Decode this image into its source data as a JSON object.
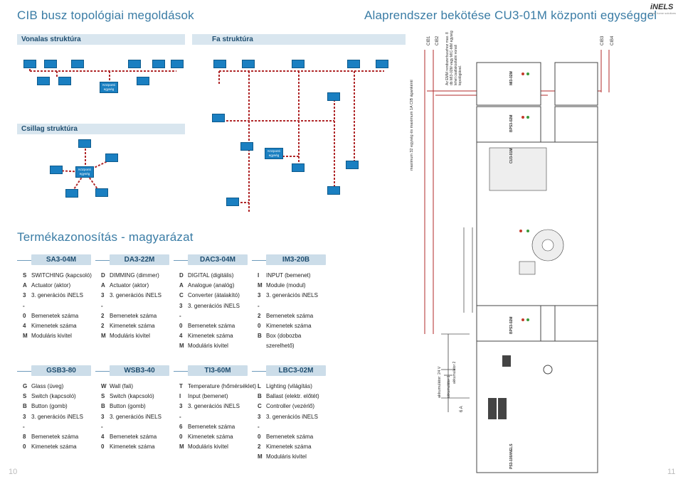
{
  "left_title": "CIB busz topológiai megoldások",
  "right_title": "Alaprendszer bekötése CU3-01M központi egységgel",
  "logo": "iNELS",
  "logo_sub": "smart home solutions",
  "topology": {
    "linear": "Vonalas struktúra",
    "tree": "Fa struktúra",
    "star": "Csillag struktúra",
    "center_label": "Központi egység"
  },
  "product_title": "Termékazonosítás - magyarázat",
  "products_row1": [
    {
      "name": "SA3-04M",
      "rows": [
        [
          "S",
          "SWITCHING (kapcsoló)"
        ],
        [
          "A",
          "Actuator (aktor)"
        ],
        [
          "3",
          "3. generációs iNELS"
        ],
        [
          "-",
          ""
        ],
        [
          "0",
          "Bemenetek száma"
        ],
        [
          "4",
          "Kimenetek száma"
        ],
        [
          "M",
          "Moduláris kivitel"
        ]
      ]
    },
    {
      "name": "DA3-22M",
      "rows": [
        [
          "D",
          "DIMMING (dimmer)"
        ],
        [
          "A",
          "Actuator (aktor)"
        ],
        [
          "3",
          "3. generációs iNELS"
        ],
        [
          "-",
          ""
        ],
        [
          "2",
          "Bemenetek száma"
        ],
        [
          "2",
          "Kimenetek száma"
        ],
        [
          "M",
          "Moduláris kivitel"
        ]
      ]
    },
    {
      "name": "DAC3-04M",
      "rows": [
        [
          "D",
          "DIGITAL (digitális)"
        ],
        [
          "A",
          "Analogue (analóg)"
        ],
        [
          "C",
          "Converter (átalakító)"
        ],
        [
          "3",
          "3. generációs iNELS"
        ],
        [
          "-",
          ""
        ],
        [
          "0",
          "Bemenetek száma"
        ],
        [
          "4",
          "Kimenetek száma"
        ],
        [
          "M",
          "Moduláris kivitel"
        ]
      ]
    },
    {
      "name": "IM3-20B",
      "rows": [
        [
          "I",
          "INPUT (bemenet)"
        ],
        [
          "M",
          "Module (modul)"
        ],
        [
          "3",
          "3. generációs iNELS"
        ],
        [
          "-",
          ""
        ],
        [
          "2",
          "Bemenetek száma"
        ],
        [
          "0",
          "Kimenetek száma"
        ],
        [
          "B",
          "Box (dobozba"
        ],
        [
          "",
          "szerelhető)"
        ]
      ]
    }
  ],
  "products_row2": [
    {
      "name": "GSB3-80",
      "rows": [
        [
          "G",
          "Glass (üveg)"
        ],
        [
          "S",
          "Switch (kapcsoló)"
        ],
        [
          "B",
          "Button (gomb)"
        ],
        [
          "3",
          "3. generációs iNELS"
        ],
        [
          "-",
          ""
        ],
        [
          "8",
          "Bemenetek száma"
        ],
        [
          "0",
          "Kimenetek száma"
        ]
      ]
    },
    {
      "name": "WSB3-40",
      "rows": [
        [
          "W",
          "Wall (fali)"
        ],
        [
          "S",
          "Switch (kapcsoló)"
        ],
        [
          "B",
          "Button (gomb)"
        ],
        [
          "3",
          "3. generációs iNELS"
        ],
        [
          "-",
          ""
        ],
        [
          "4",
          "Bemenetek száma"
        ],
        [
          "0",
          "Kimenetek száma"
        ]
      ]
    },
    {
      "name": "TI3-60M",
      "rows": [
        [
          "T",
          "Temperature (hőmérséklet)"
        ],
        [
          "I",
          "Input (bemenet)"
        ],
        [
          "3",
          "3. generációs iNELS"
        ],
        [
          "-",
          ""
        ],
        [
          "6",
          "Bemenetek száma"
        ],
        [
          "0",
          "Kimenetek száma"
        ],
        [
          "M",
          "Moduláris kivitel"
        ]
      ]
    },
    {
      "name": "LBC3-02M",
      "rows": [
        [
          "L",
          "Lighting (világítás)"
        ],
        [
          "B",
          "Ballast (elektr. előtét)"
        ],
        [
          "C",
          "Controller (vezérlő)"
        ],
        [
          "3",
          "3. generációs iNELS"
        ],
        [
          "-",
          ""
        ],
        [
          "0",
          "Bemenetek száma"
        ],
        [
          "2",
          "Kimenetek száma"
        ],
        [
          "M",
          "Moduláris kivitel"
        ]
      ]
    }
  ],
  "wiring": {
    "bus_note": "maximum 32 egység és maximum 1A CIB ágankéntí",
    "cib_labels": [
      "CIB1",
      "CIB2",
      "CIB3",
      "CIB4"
    ],
    "em_note": "Az EMM rendszerbuszhoz max. 8 db MI3-02M vagy MIC-MM egység lehet csatlakoztatni vonali topológiával.",
    "battery_label": "akkumulátor 1",
    "battery_label2": "akkumulátor 2",
    "accu_voltage": "akkumulátor: 24 V",
    "fuse_label": "6 A",
    "modules": [
      "MI3-02M",
      "BPS3-02M",
      "CU3-01M",
      "BPS3-02M",
      "PS3-100/iNELS"
    ]
  },
  "page_left": "10",
  "page_right": "11"
}
